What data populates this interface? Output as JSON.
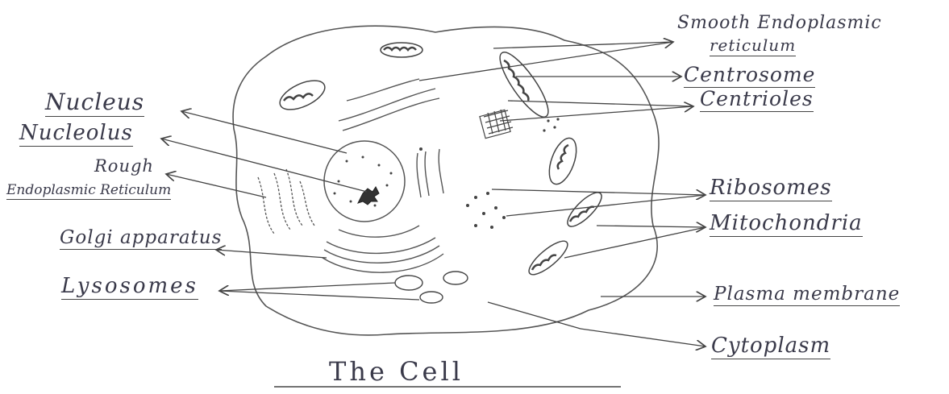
{
  "title": "The Cell",
  "labels": {
    "smooth_er_line1": "Smooth Endoplasmic",
    "smooth_er_line2": "reticulum",
    "centrosome": "Centrosome",
    "centrioles": "Centrioles",
    "nucleus": "Nucleus",
    "nucleolus": "Nucleolus",
    "rough_er_line1": "Rough",
    "rough_er_line2": "Endoplasmic Reticulum",
    "golgi": "Golgi apparatus",
    "lysosomes": "Lysosomes",
    "ribosomes": "Ribosomes",
    "mitochondria": "Mitochondria",
    "plasma_membrane": "Plasma membrane",
    "cytoplasm": "Cytoplasm"
  },
  "colors": {
    "ink": "#3a3a4a",
    "paper": "#ffffff"
  }
}
